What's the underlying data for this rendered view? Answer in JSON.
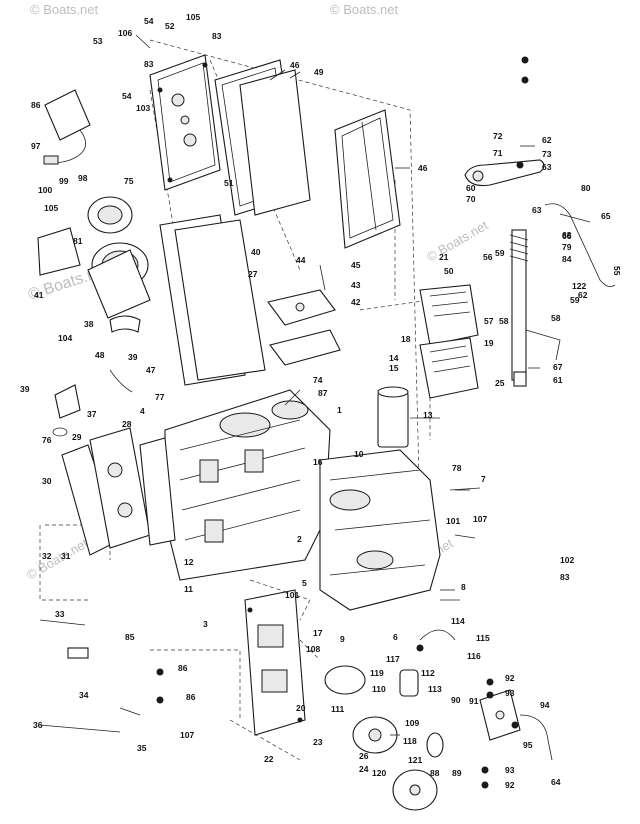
{
  "watermark": {
    "text": "© Boats.net",
    "color": "#bdbdbd"
  },
  "callouts": {
    "c1": "1",
    "c2": "2",
    "c3": "3",
    "c4": "4",
    "c5": "5",
    "c6": "6",
    "c7": "7",
    "c8": "8",
    "c9": "9",
    "c10": "10",
    "c11": "11",
    "c12": "12",
    "c13": "13",
    "c14": "14",
    "c15": "15",
    "c16": "16",
    "c17": "17",
    "c18": "18",
    "c19": "19",
    "c20": "20",
    "c21": "21",
    "c22": "22",
    "c23": "23",
    "c24": "24",
    "c25": "25",
    "c26": "26",
    "c27": "27",
    "c28": "28",
    "c29": "29",
    "c30": "30",
    "c31": "31",
    "c32": "32",
    "c33": "33",
    "c34": "34",
    "c35": "35",
    "c36": "36",
    "c37": "37",
    "c38": "38",
    "c39": "39",
    "c40": "40",
    "c41": "41",
    "c42": "42",
    "c43": "43",
    "c44": "44",
    "c45": "45",
    "c46": "46",
    "c47": "47",
    "c48": "48",
    "c49": "49",
    "c50": "50",
    "c51": "51",
    "c52": "52",
    "c53": "53",
    "c54": "54",
    "c55": "55",
    "c56": "56",
    "c57": "57",
    "c58": "58",
    "c59": "59",
    "c60": "60",
    "c61": "61",
    "c62": "62",
    "c63": "63",
    "c64": "64",
    "c65": "65",
    "c66": "66",
    "c67": "67",
    "c68": "68",
    "c70": "70",
    "c71": "71",
    "c72": "72",
    "c73": "73",
    "c74": "74",
    "c75": "75",
    "c76": "76",
    "c77": "77",
    "c78": "78",
    "c79": "79",
    "c80": "80",
    "c81": "81",
    "c83": "83",
    "c84": "84",
    "c85": "85",
    "c86": "86",
    "c87": "87",
    "c88": "88",
    "c89": "89",
    "c90": "90",
    "c91": "91",
    "c92": "92",
    "c93": "93",
    "c94": "94",
    "c95": "95",
    "c97": "97",
    "c98": "98",
    "c99": "99",
    "c100": "100",
    "c101": "101",
    "c102": "102",
    "c103": "103",
    "c104": "104",
    "c105": "105",
    "c106": "106",
    "c107": "107",
    "c108": "108",
    "c109": "109",
    "c110": "110",
    "c111": "111",
    "c112": "112",
    "c113": "113",
    "c114": "114",
    "c115": "115",
    "c116": "116",
    "c117": "117",
    "c118": "118",
    "c119": "119",
    "c120": "120",
    "c121": "121",
    "c122": "122"
  }
}
